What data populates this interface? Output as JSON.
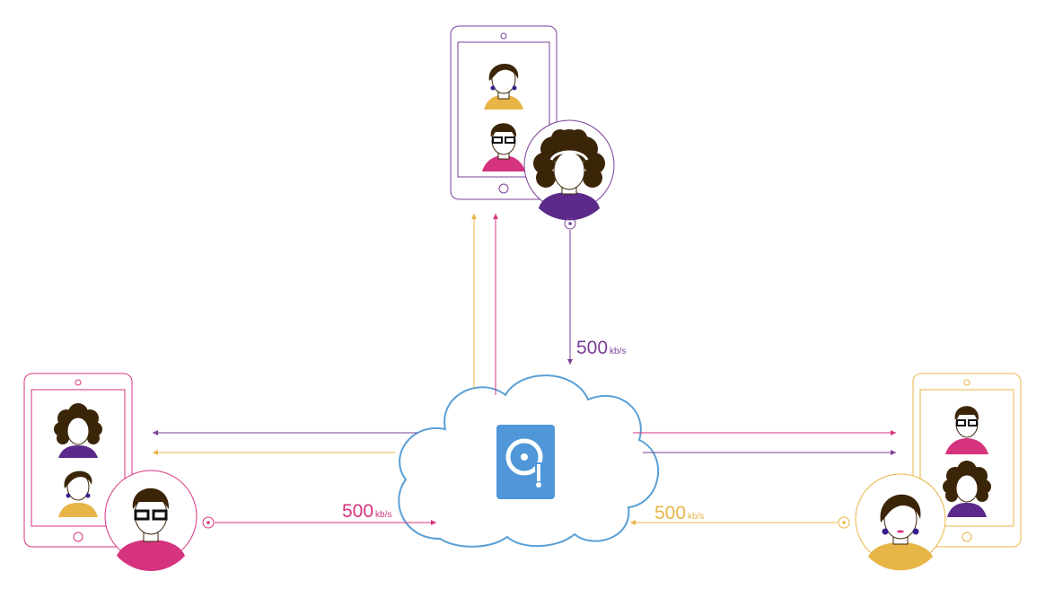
{
  "colors": {
    "purple": "#7b3f98",
    "magenta": "#d6337f",
    "gold": "#e8b547",
    "cloud": "#5a9fd4",
    "server": "#4f97d8",
    "hair": "#3b2508",
    "head": "#ffffff",
    "bg": "#ffffff"
  },
  "labels": {
    "top": {
      "rate": "500",
      "unit": "kb/s"
    },
    "left": {
      "rate": "500",
      "unit": "kb/s"
    },
    "right": {
      "rate": "500",
      "unit": "kb/s"
    }
  },
  "icons": {
    "server": "server-lock-icon",
    "cloud": "cloud-icon",
    "tablet": "tablet-icon",
    "person": "person-avatar-icon"
  }
}
